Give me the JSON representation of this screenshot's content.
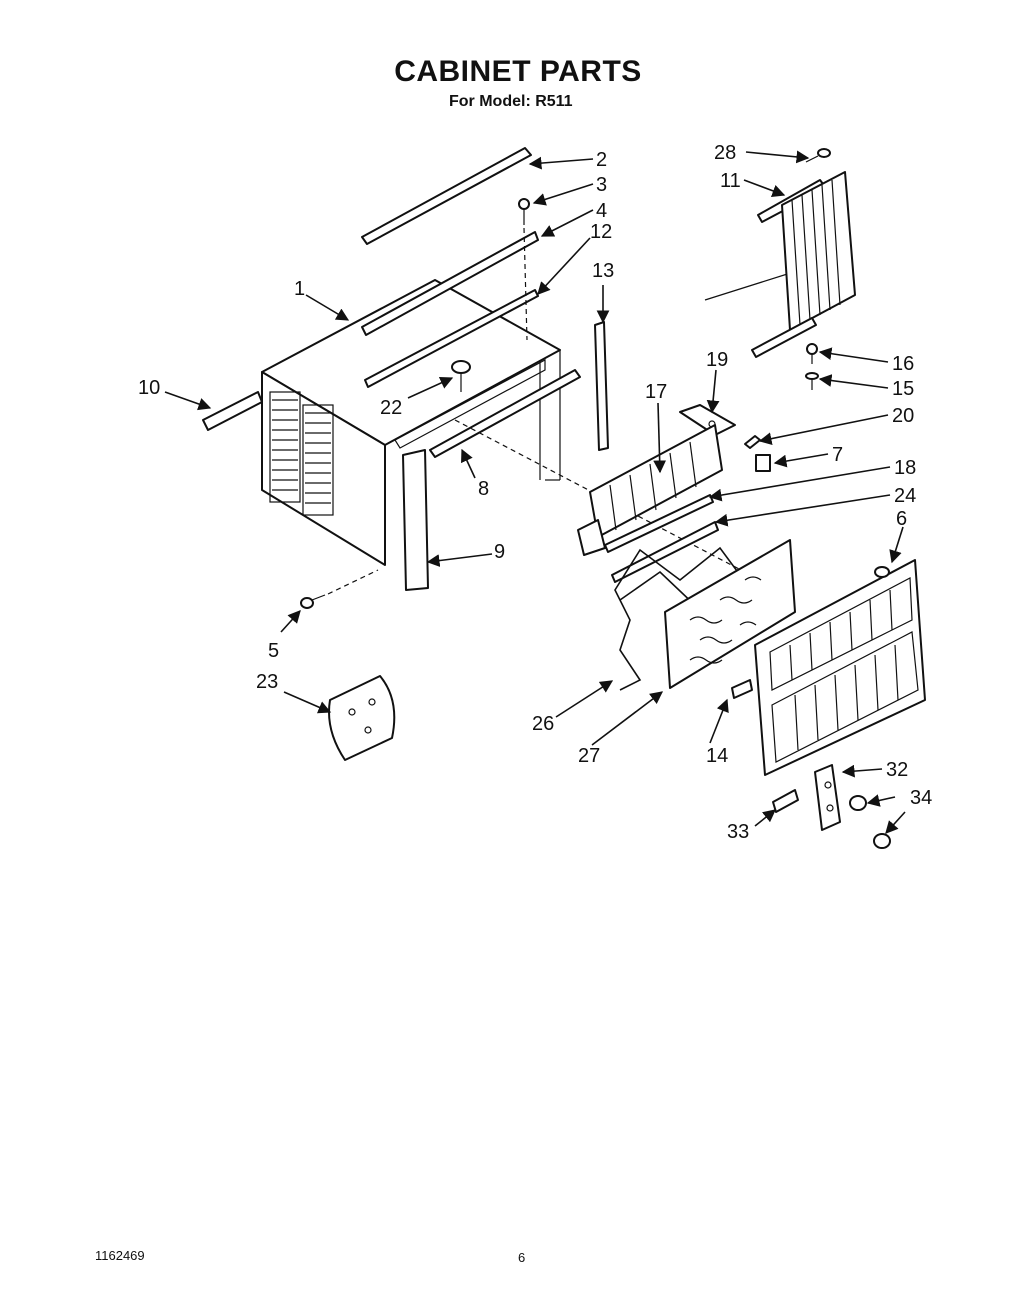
{
  "header": {
    "title": "CABINET PARTS",
    "subtitle": "For Model: R511"
  },
  "footer": {
    "doc_number": "1162469",
    "page_number": "6"
  },
  "callouts": [
    "1",
    "2",
    "3",
    "4",
    "5",
    "6",
    "7",
    "8",
    "9",
    "10",
    "11",
    "12",
    "13",
    "14",
    "15",
    "16",
    "17",
    "18",
    "19",
    "20",
    "22",
    "23",
    "24",
    "26",
    "27",
    "28",
    "32",
    "33",
    "34"
  ]
}
